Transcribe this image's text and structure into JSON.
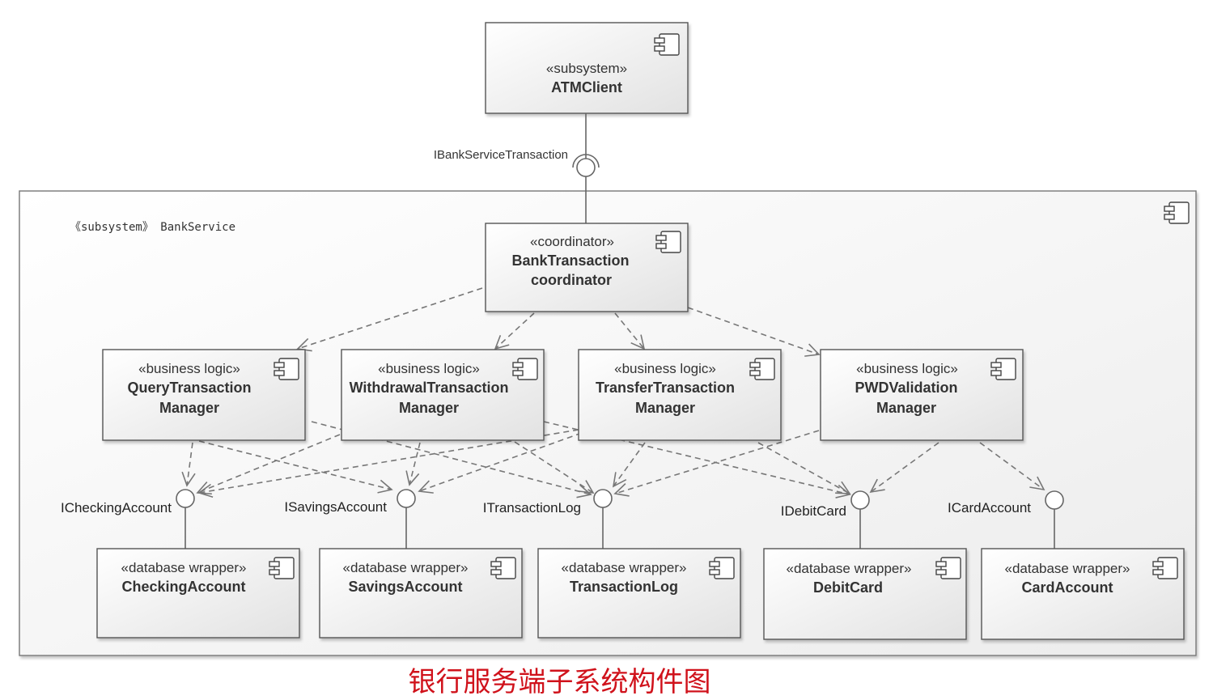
{
  "caption": "银行服务端子系统构件图",
  "client": {
    "stereotype": "«subsystem»",
    "name": "ATMClient"
  },
  "provided_interface": "IBankServiceTransaction",
  "subsystem": {
    "label": "《subsystem》 BankService"
  },
  "coordinator": {
    "stereotype": "«coordinator»",
    "name_lines": [
      "BankTransaction",
      "coordinator"
    ]
  },
  "managers": [
    {
      "stereotype": "«business logic»",
      "name_lines": [
        "QueryTransaction",
        "Manager"
      ]
    },
    {
      "stereotype": "«business logic»",
      "name_lines": [
        "WithdrawalTransaction",
        "Manager"
      ]
    },
    {
      "stereotype": "«business logic»",
      "name_lines": [
        "TransferTransaction",
        "Manager"
      ]
    },
    {
      "stereotype": "«business logic»",
      "name_lines": [
        "PWDValidation",
        "Manager"
      ]
    }
  ],
  "interfaces": [
    "ICheckingAccount",
    "ISavingsAccount",
    "ITransactionLog",
    "IDebitCard",
    "ICardAccount"
  ],
  "wrappers": [
    {
      "stereotype": "«database wrapper»",
      "name": "CheckingAccount"
    },
    {
      "stereotype": "«database wrapper»",
      "name": "SavingsAccount"
    },
    {
      "stereotype": "«database wrapper»",
      "name": "TransactionLog"
    },
    {
      "stereotype": "«database wrapper»",
      "name": "DebitCard"
    },
    {
      "stereotype": "«database wrapper»",
      "name": "CardAccount"
    }
  ],
  "colors": {
    "caption": "#d0121b",
    "border": "#555555",
    "dependency": "#777777"
  },
  "icons": {
    "component": "component-icon"
  }
}
